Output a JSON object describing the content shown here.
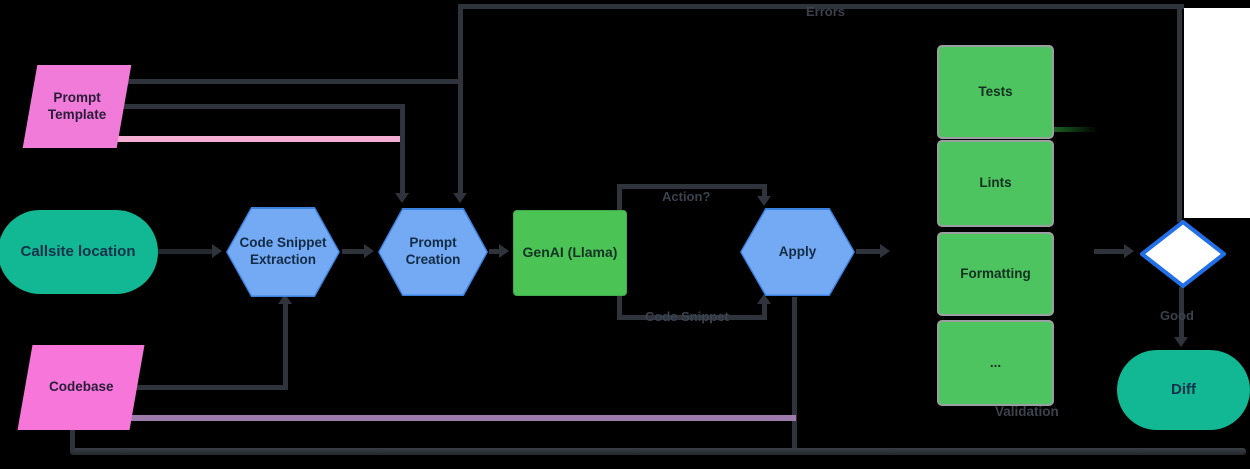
{
  "nodes": {
    "prompt_template": {
      "label": "Prompt\nTemplate",
      "shape": "parallelogram",
      "color": "#f07bd9"
    },
    "callsite_location": {
      "label": "Callsite location",
      "shape": "stadium",
      "color": "#12b893"
    },
    "code_snippet_extraction": {
      "label": "Code Snippet\nExtraction",
      "shape": "hexagon",
      "color": "#74a9f3"
    },
    "prompt_creation": {
      "label": "Prompt\nCreation",
      "shape": "hexagon",
      "color": "#74a9f3"
    },
    "genai": {
      "label": "GenAI (Llama)",
      "shape": "rect",
      "color": "#4cc355"
    },
    "apply": {
      "label": "Apply",
      "shape": "hexagon",
      "color": "#74a9f3"
    },
    "codebase": {
      "label": "Codebase",
      "shape": "parallelogram",
      "color": "#f677d9"
    },
    "validation_items": {
      "tests": "Tests",
      "lints": "Lints",
      "formatting": "Formatting",
      "more": "..."
    },
    "decision": {
      "label": "",
      "shape": "diamond",
      "fill": "#ffffff",
      "border": "#2270e8"
    },
    "diff": {
      "label": "Diff",
      "shape": "stadium",
      "color": "#12b893"
    }
  },
  "labels": {
    "errors": "Errors",
    "action": "Action?",
    "code_snippet": "Code Snippet",
    "validation": "Validation",
    "good": "Good"
  },
  "colors": {
    "background": "#000000",
    "edge_dark": "#2e333c",
    "edge_pink": "#f5aed3",
    "edge_purple": "#9d7bad",
    "edge_green": "#1e6b24",
    "label_text": "#3b414d"
  }
}
